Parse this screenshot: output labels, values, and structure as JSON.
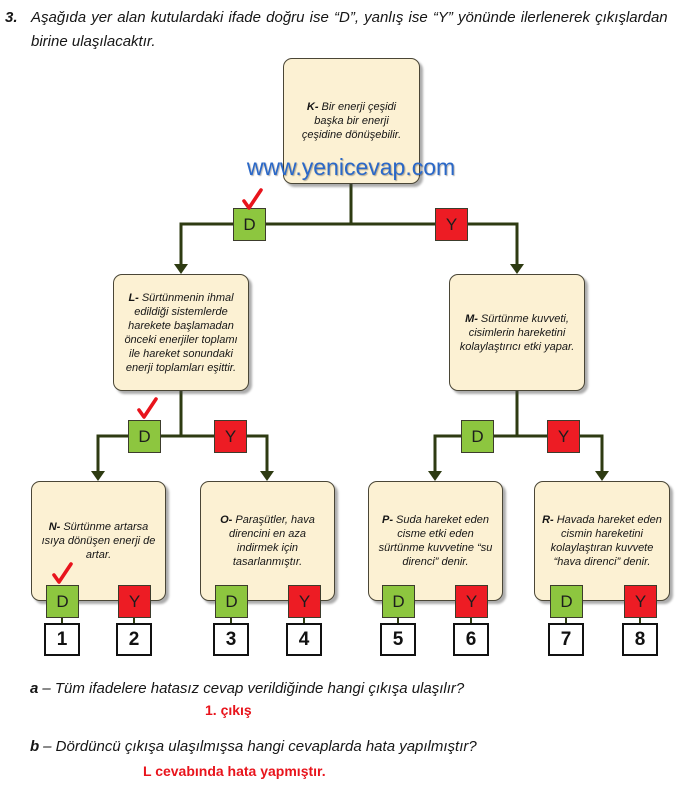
{
  "question": {
    "number": "3.",
    "lines": [
      "Aşağıda yer alan kutulardaki ifade doğru ise “D”, yanlış ise “Y” yönünde ilerlenerek çıkışlardan",
      "birine ulaşılacaktır."
    ]
  },
  "watermark": "www.yenicevap.com",
  "nodes": {
    "K": {
      "key": "K-",
      "lines": [
        "Bir enerji çeşidi",
        "başka bir enerji",
        "çeşidine dönüşebilir."
      ]
    },
    "L": {
      "key": "L-",
      "lines": [
        "Sürtünmenin ihmal",
        "edildiği sistemlerde",
        "harekete başlamadan",
        "önceki enerjiler toplamı",
        "ile hareket sonundaki",
        "enerji toplamları eşittir."
      ]
    },
    "M": {
      "key": "M-",
      "lines": [
        "Sürtünme kuvveti,",
        "cisimlerin hareketini",
        "kolaylaştırıcı etki yapar."
      ]
    },
    "N": {
      "key": "N-",
      "lines": [
        "Sürtünme artarsa",
        "ısıya dönüşen enerji de",
        "artar."
      ]
    },
    "O": {
      "key": "O-",
      "lines": [
        "Paraşütler, hava",
        "direncini en aza",
        "indirmek için",
        "tasarlanmıştır."
      ]
    },
    "P": {
      "key": "P-",
      "lines": [
        "Suda hareket eden",
        "cisme etki eden",
        "sürtünme kuvvetine “su",
        "direnci” denir."
      ]
    },
    "R": {
      "key": "R-",
      "lines": [
        "Havada hareket eden",
        "cismin hareketini",
        "kolaylaştıran kuvvete",
        "“hava direnci” denir."
      ]
    }
  },
  "branch_labels": {
    "correct": "D",
    "wrong": "Y"
  },
  "exits": [
    "1",
    "2",
    "3",
    "4",
    "5",
    "6",
    "7",
    "8"
  ],
  "sub_questions": [
    {
      "letter": "a",
      "text": "– Tüm ifadelere hatasız cevap verildiğinde hangi çıkışa ulaşılır?",
      "answer": "1. çıkış"
    },
    {
      "letter": "b",
      "text": "– Dördüncü çıkışa ulaşılmışsa hangi cevaplarda hata yapılmıştır?",
      "answer": "L cevabında hata yapmıştır."
    }
  ],
  "colors": {
    "d_box": "#8dc63f",
    "y_box": "#ed1c24",
    "node_fill": "#fcf1d3",
    "connector": "#2e3b12",
    "check_mark": "#e8141c",
    "answer_text": "#e8141c",
    "watermark": "#2a68c8"
  }
}
